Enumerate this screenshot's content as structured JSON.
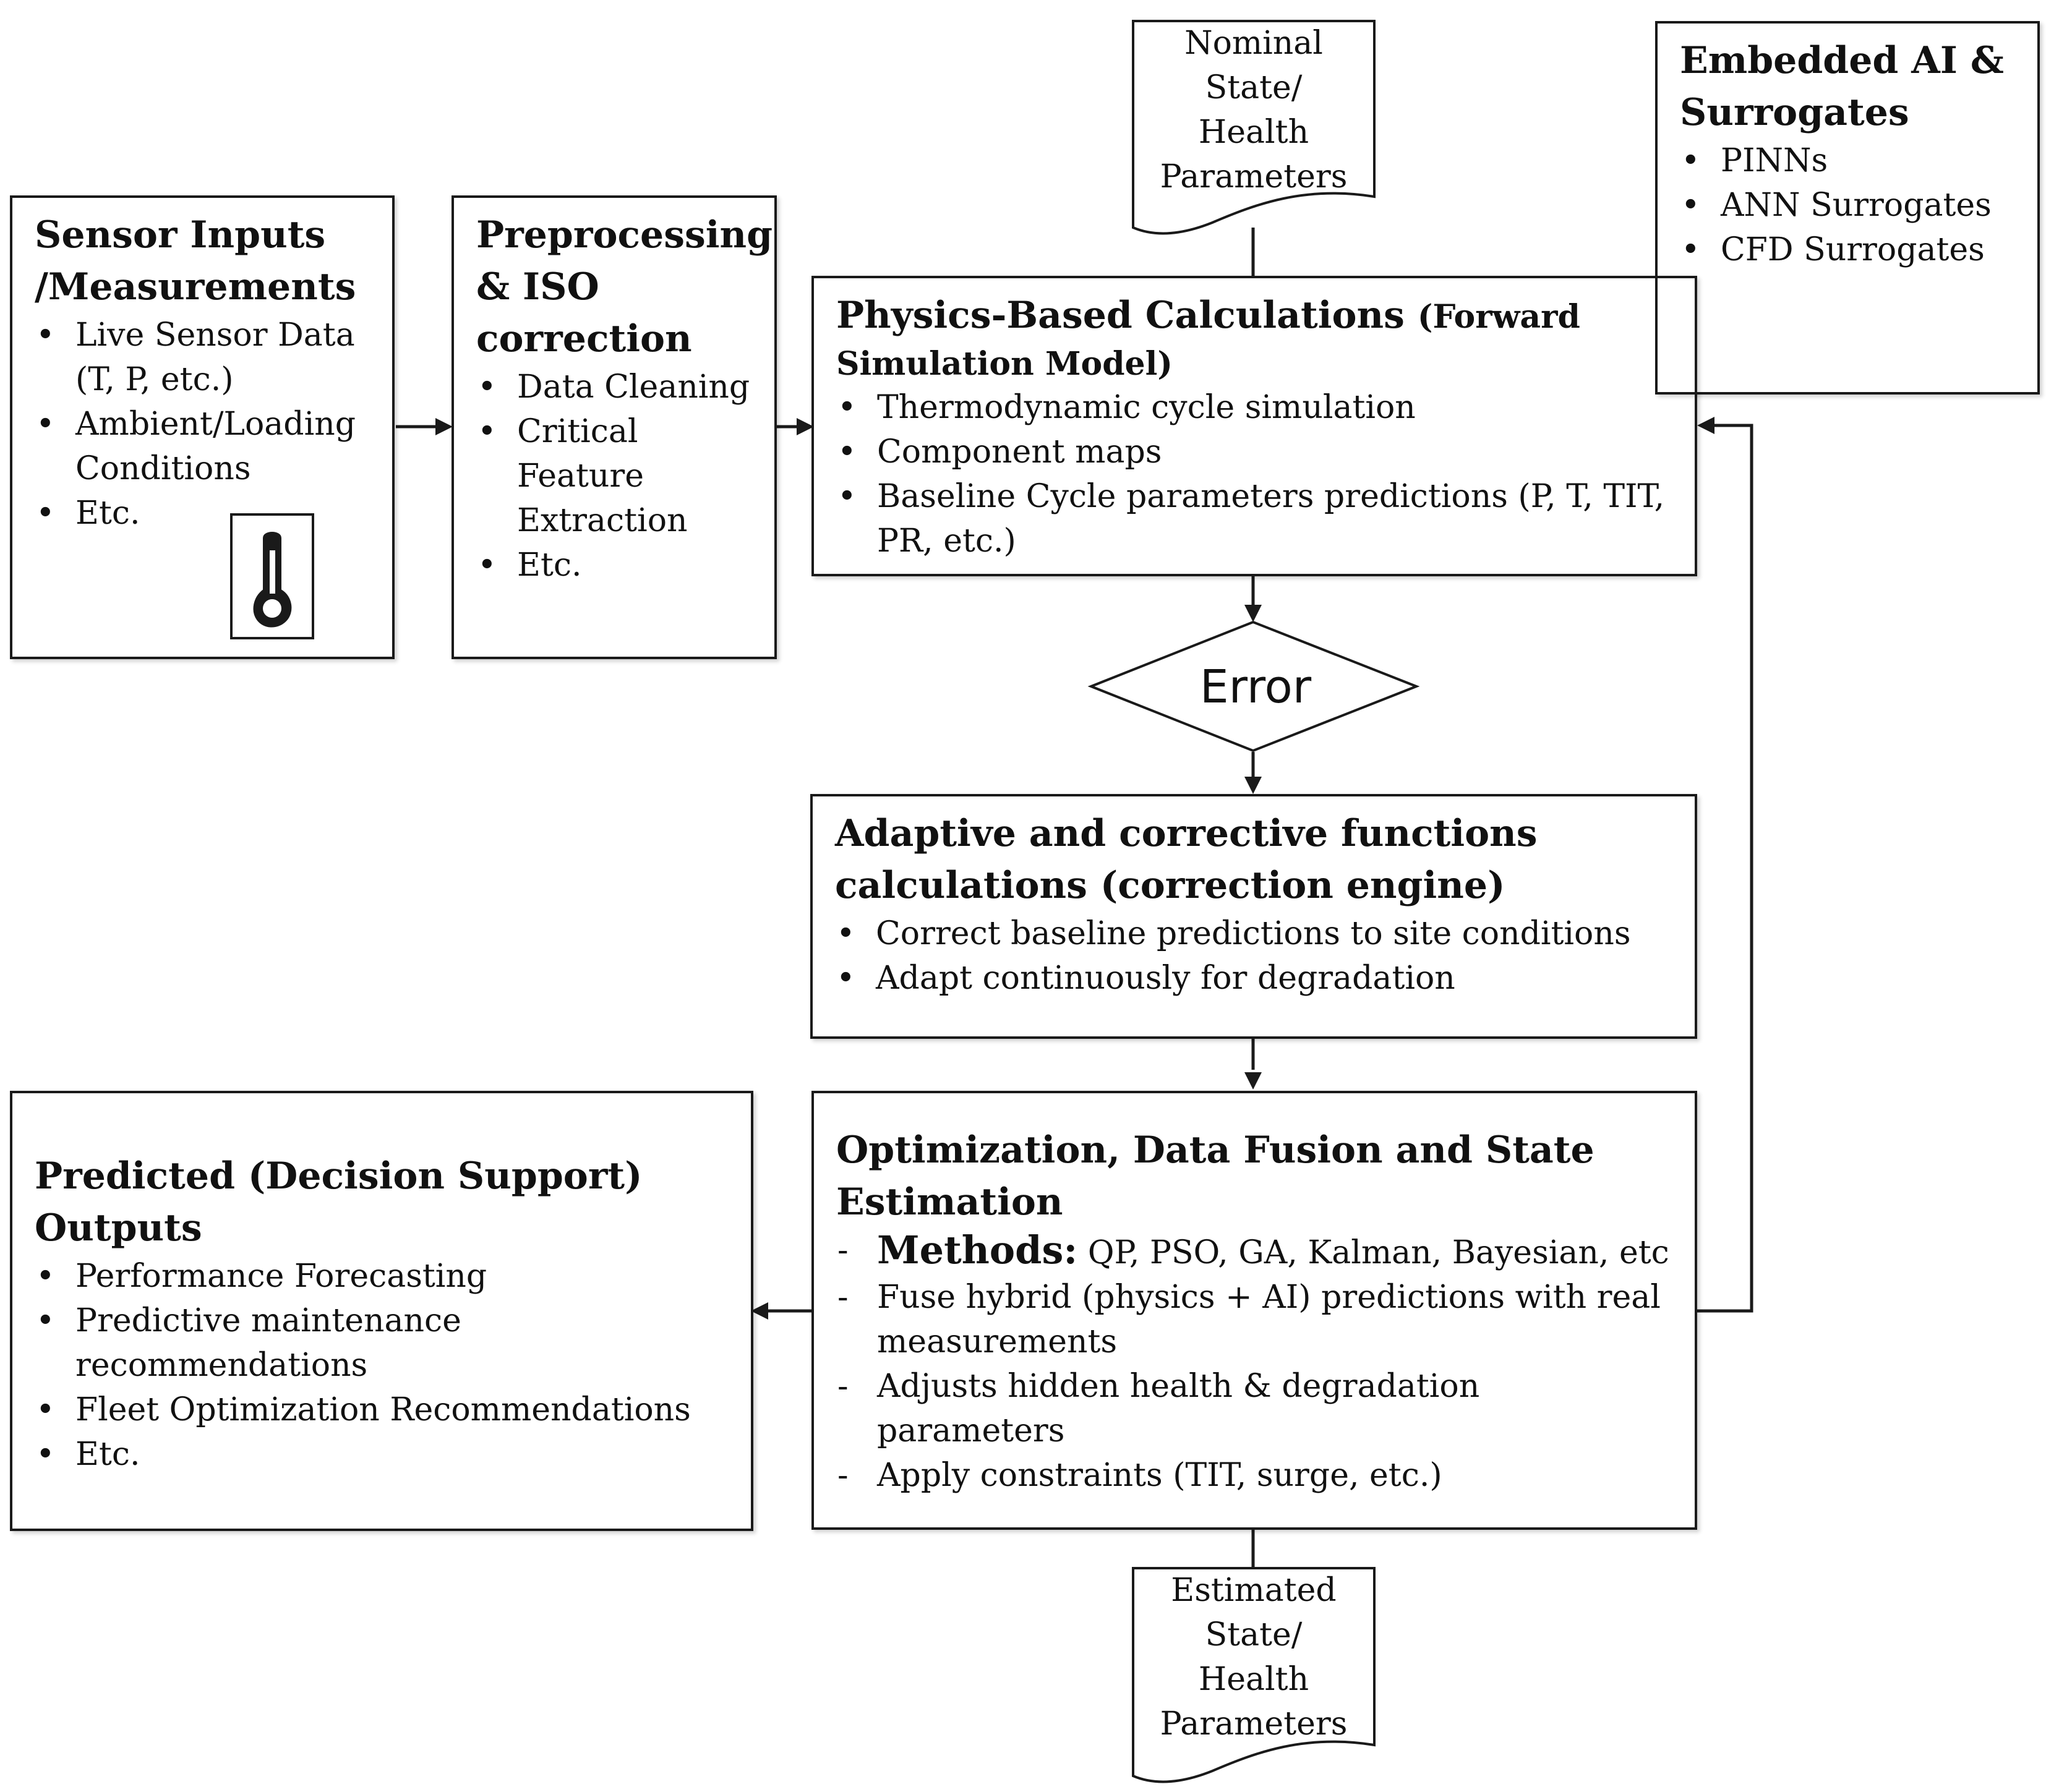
{
  "sensor": {
    "title_1": "Sensor Inputs",
    "title_2": "/Measurements",
    "items": [
      "Live Sensor Data (T, P, etc.)",
      "Ambient/Loading Conditions",
      "Etc."
    ]
  },
  "preprocessing": {
    "title_1": "Preprocessing",
    "title_2": "& ISO",
    "title_3": "correction",
    "items": [
      "Data Cleaning",
      "Critical Feature Extraction",
      "Etc."
    ]
  },
  "nominal": {
    "line_1": "Nominal",
    "line_2": "State/",
    "line_3": "Health",
    "line_4": "Parameters"
  },
  "embedded_ai": {
    "title_1": "Embedded AI &",
    "title_2": "Surrogates",
    "items": [
      "PINNs",
      "ANN Surrogates",
      "CFD Surrogates"
    ]
  },
  "physics": {
    "title_main": "Physics-Based Calculations",
    "title_sub_1": "(Forward",
    "title_sub_2": "Simulation  Model)",
    "items": [
      "Thermodynamic cycle simulation",
      "Component maps",
      "Baseline Cycle parameters predictions (P, T, TIT, PR, etc.)"
    ]
  },
  "error": {
    "label": "Error"
  },
  "adaptive": {
    "title_1": "Adaptive and corrective functions",
    "title_2": "calculations (correction engine)",
    "items": [
      "Correct baseline predictions to site conditions",
      "Adapt  continuously for degradation"
    ]
  },
  "optimization": {
    "title_1": "Optimization, Data Fusion and State",
    "title_2": "Estimation",
    "methods_label": "Methods:",
    "methods_text": " QP, PSO, GA, Kalman, Bayesian, etc",
    "items": [
      "Fuse hybrid (physics + AI) predictions with real measurements",
      "Adjusts hidden  health & degradation parameters",
      "Apply  constraints (TIT, surge, etc.)"
    ]
  },
  "outputs": {
    "title_1": "Predicted (Decision Support)",
    "title_2": "Outputs",
    "items": [
      "Performance Forecasting",
      "Predictive maintenance recommendations",
      "Fleet Optimization Recommendations",
      "Etc."
    ]
  },
  "estimated": {
    "line_1": "Estimated",
    "line_2": "State/",
    "line_3": "Health",
    "line_4": "Parameters"
  },
  "icons": {
    "sensor_icon": "thermometer-icon"
  }
}
